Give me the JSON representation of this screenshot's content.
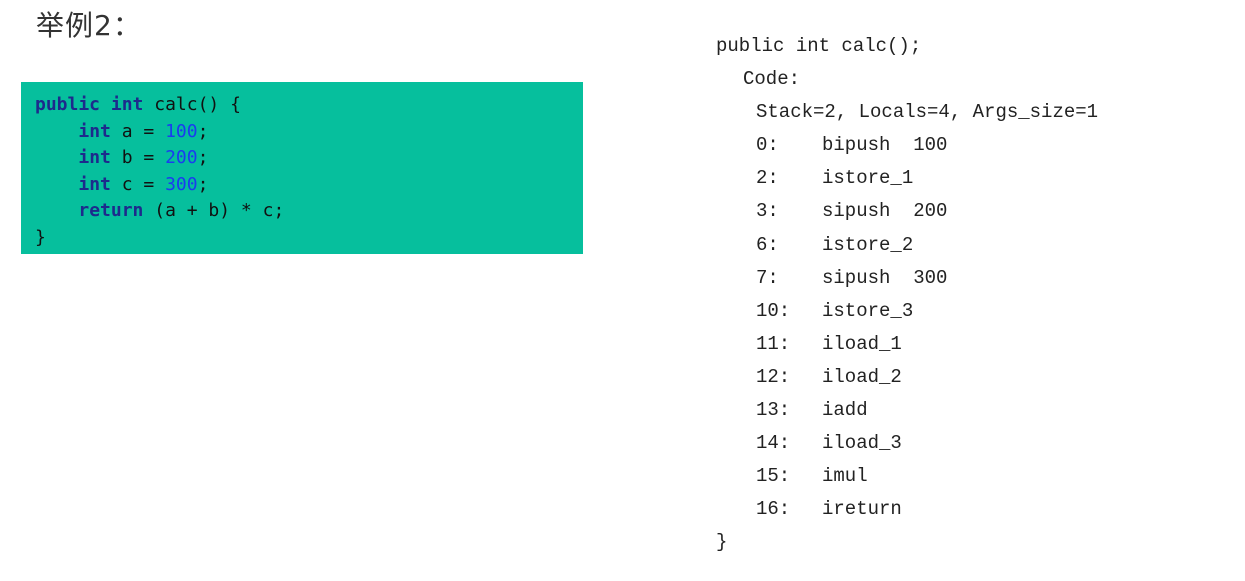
{
  "title": "举例2：",
  "java_code": {
    "sig_kw1": "public",
    "sig_kw2": "int",
    "sig_rest": "calc() {",
    "decls": [
      {
        "kw": "int",
        "text": "a = ",
        "num": "100",
        "end": ";"
      },
      {
        "kw": "int",
        "text": "b = ",
        "num": "200",
        "end": ";"
      },
      {
        "kw": "int",
        "text": "c = ",
        "num": "300",
        "end": ";"
      }
    ],
    "return_kw": "return",
    "return_expr": "(a + b) * c;",
    "close": "}"
  },
  "bytecode": {
    "signature": "public int calc();",
    "code_label": "Code:",
    "stack_info": "Stack=2, Locals=4, Args_size=1",
    "instructions": [
      {
        "offset": "0:",
        "op": "bipush  100"
      },
      {
        "offset": "2:",
        "op": "istore_1"
      },
      {
        "offset": "3:",
        "op": "sipush  200"
      },
      {
        "offset": "6:",
        "op": "istore_2"
      },
      {
        "offset": "7:",
        "op": "sipush  300"
      },
      {
        "offset": "10:",
        "op": "istore_3"
      },
      {
        "offset": "11:",
        "op": "iload_1"
      },
      {
        "offset": "12:",
        "op": "iload_2"
      },
      {
        "offset": "13:",
        "op": "iadd"
      },
      {
        "offset": "14:",
        "op": "iload_3"
      },
      {
        "offset": "15:",
        "op": "imul"
      },
      {
        "offset": "16:",
        "op": "ireturn"
      }
    ],
    "close": "}"
  },
  "colors": {
    "code_bg": "#06bf9d",
    "keyword": "#1d2a8c",
    "number": "#1a3cf0"
  }
}
